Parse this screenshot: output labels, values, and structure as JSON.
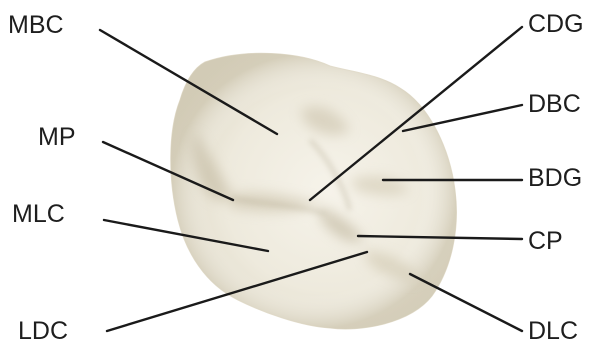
{
  "labels": {
    "mbc": "MBC",
    "mp": "MP",
    "mlc": "MLC",
    "ldc": "LDC",
    "cdg": "CDG",
    "dbc": "DBC",
    "bdg": "BDG",
    "cp": "CP",
    "dlc": "DLC"
  },
  "colors": {
    "line": "#1a1a1a",
    "text": "#1e1e1e",
    "tooth_base": "#eeeadd",
    "tooth_shadow": "#cfc8b4"
  }
}
